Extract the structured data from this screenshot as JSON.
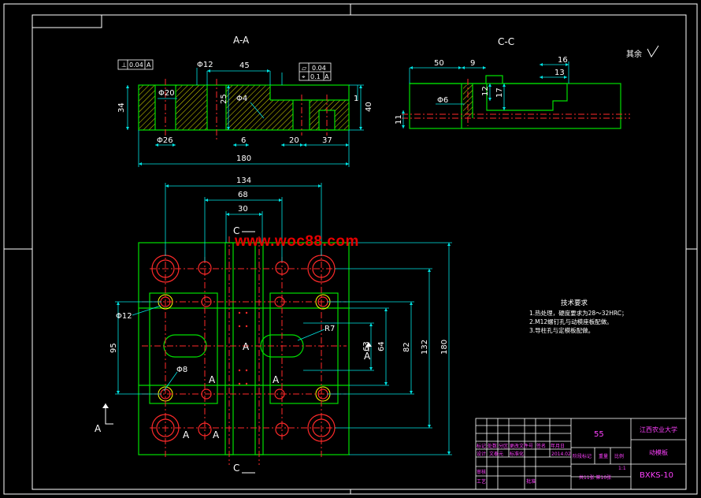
{
  "colors": {
    "green": "#00e000",
    "white": "#ffffff",
    "yellow": "#ffff00",
    "red": "#ff2a2a",
    "cyan": "#00e5e5",
    "magenta": "#ff40ff",
    "hatch": "#e0e000",
    "bg": "#000000"
  },
  "views": {
    "section_aa": {
      "title": "A-A",
      "tol_perp": "0.04",
      "tol_perp_ref": "A",
      "tol_flat": "0.04",
      "tol_pos": "0.1",
      "tol_pos_ref": "A",
      "dims": {
        "phi12": "Φ12",
        "d45": "45",
        "phi20": "Φ20",
        "d34": "34",
        "d25": "25",
        "phi4": "Φ4",
        "d1": "1",
        "d40": "40",
        "phi26": "Φ26",
        "d6": "6",
        "d20": "20",
        "d37": "37",
        "d180": "180"
      }
    },
    "section_cc": {
      "title": "C-C",
      "dims": {
        "d50": "50",
        "d9": "9",
        "d16": "16",
        "d13": "13",
        "d12": "12",
        "d17": "17",
        "phi6": "Φ6",
        "d11": "11"
      }
    },
    "plan": {
      "dims": {
        "d134": "134",
        "d68": "68",
        "d30": "30",
        "phi12": "Φ12",
        "r7": "R7",
        "phi8": "Φ8",
        "d95": "95",
        "d63": "63",
        "d64": "64",
        "d82": "82",
        "d132": "132",
        "d180": "180"
      },
      "labels": {
        "c": "C",
        "a": "A"
      }
    }
  },
  "roughness_note": "其余",
  "tech": {
    "heading": "技术要求",
    "items": [
      "1.热处理，硬度要求为28～32HRC；",
      "2.M12螺钉孔与动模座板配做。",
      "3.导柱孔与定模板配做。"
    ]
  },
  "title_block": {
    "school": "江西农业大学",
    "part_name": "动模板",
    "drawing_no": "BXKS-10",
    "material": "55",
    "scale": "1:1",
    "sheets": "共11张 第10张",
    "head_cells": [
      "标记",
      "处数",
      "分区",
      "更改文件号",
      "签名",
      "年月日"
    ],
    "rows": [
      "设计",
      "审核",
      "工艺"
    ],
    "cells": {
      "designer": "文泰元",
      "std": "标准化",
      "date": "2014.02",
      "stage": "阶段标记",
      "weight": "重量",
      "scale_h": "比例",
      "approve": "批准"
    }
  },
  "watermark": "www.woc88.com"
}
